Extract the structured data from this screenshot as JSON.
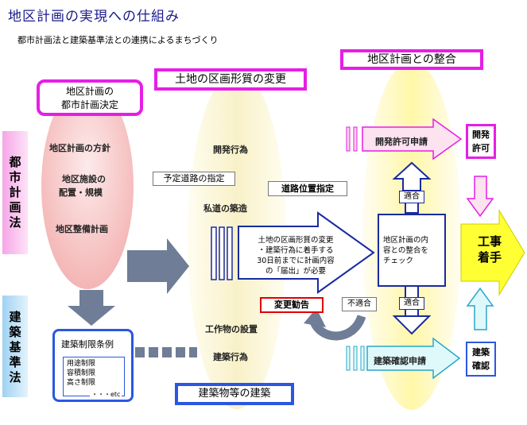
{
  "title": "地区計画の実現への仕組み",
  "subtitle": "都市計画法と建築基準法との連携によるまちづくり",
  "left_labels": {
    "toshi": [
      "都",
      "市",
      "計",
      "画",
      "法"
    ],
    "kenchiku": [
      "建",
      "築",
      "基",
      "準",
      "法"
    ]
  },
  "col1": {
    "header": [
      "地区計画の",
      "都市計画決定"
    ],
    "items": [
      "地区計画の方針",
      "地区施設の",
      "配置・規模",
      "地区整備計画"
    ],
    "restrictions_title": "建築制限条例",
    "restrictions": [
      "用途制限",
      "容積制限",
      "高さ制限"
    ],
    "etc": "・・・etc"
  },
  "col2": {
    "header": "土地の区画形質の変更",
    "footer": "建築物等の建築",
    "items": {
      "kaihatsu": "開発行為",
      "yotei": "予定道路の指定",
      "douro": "道路位置指定",
      "shidou": "私道の築造",
      "kousakubutsu": "工作物の設置",
      "kenchiku": "建築行為"
    },
    "arrow_text": [
      "土地の区画形質の変更",
      "・建築行為に着手する",
      "30日前までに計画内容",
      "の「届出」が必要"
    ],
    "henko": "変更勧告"
  },
  "col3": {
    "header": "地区計画との整合",
    "kaihatsu_kyoka": "開発許可申請",
    "check_box": [
      "地区計画の内",
      "容との整合を",
      "チェック"
    ],
    "tekigo": "適合",
    "futekigo": "不適合",
    "kenchiku_kakunin": "建築確認申請"
  },
  "right": {
    "kaihatsu_kyoka_box": [
      "開発",
      "許可"
    ],
    "kouji": [
      "工事",
      "着手"
    ],
    "kenchiku_kakunin_box": [
      "建築",
      "確認"
    ]
  },
  "colors": {
    "magenta": "#e61ee6",
    "blue": "#2b57e0",
    "red": "#e00000",
    "pink_fill": "#f7c6c6",
    "yellow_fill": "#ffff66",
    "cyan_fill": "#dff9fb",
    "arrow_gray": "#6f7d96"
  }
}
